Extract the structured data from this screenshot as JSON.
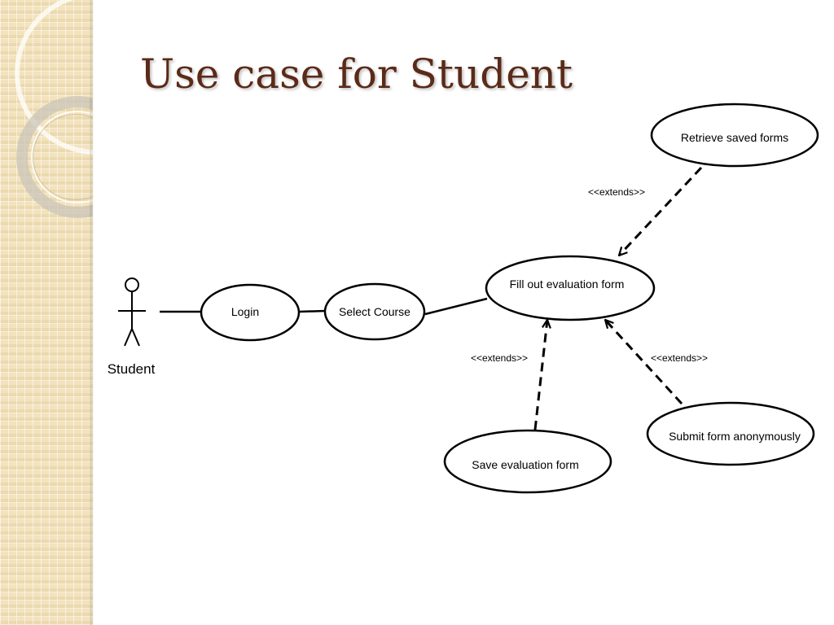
{
  "slide": {
    "title": "Use case for Student"
  },
  "actor": {
    "label": "Student"
  },
  "use_cases": {
    "login": "Login",
    "select_course": "Select Course",
    "fill_out": "Fill out evaluation form",
    "retrieve": "Retrieve saved forms",
    "save": "Save evaluation form",
    "submit": "Submit form anonymously"
  },
  "relations": {
    "extends_retrieve": "<<extends>>",
    "extends_save": "<<extends>>",
    "extends_submit": "<<extends>>"
  },
  "colors": {
    "title": "#5b2a18",
    "sidebar": "#f3e3bd",
    "stroke": "#000000"
  }
}
